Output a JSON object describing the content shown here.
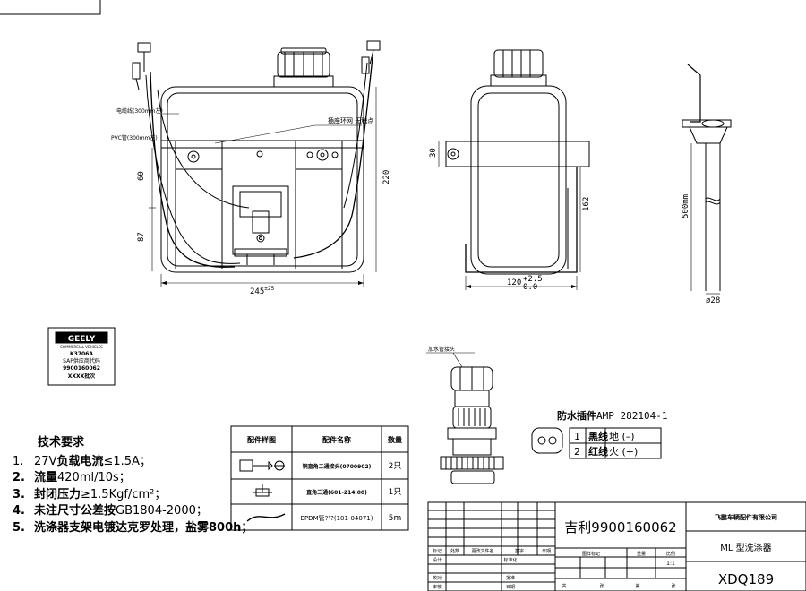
{
  "left_view": {
    "callout_top": "插座环网 无触点",
    "callout_left_1": "电缆线(300mm左)",
    "callout_left_2": "PVC管(300mm左)",
    "dim_60": "60",
    "dim_87": "87",
    "dim_220": "220",
    "dim_width": "245",
    "dim_width_tol": "±25"
  },
  "side_view": {
    "dim_30": "30",
    "dim_162": "162",
    "dim_width": "120",
    "dim_tol_upper": "+2.5",
    "dim_tol_lower": "0.0"
  },
  "nozzle_view": {
    "dim_length": "500mm",
    "dim_dia": "ø28"
  },
  "label_plate": {
    "brand": "GEELY",
    "subtitle": "COMMERCIAL VEHICLES",
    "code": "K3706A",
    "line1": "SAP供应商代码",
    "line2": "9900160062",
    "line3": "XXXX批次"
  },
  "requirements": {
    "title": "技术要求",
    "items": [
      {
        "num": "1.",
        "a": "27V",
        "b": "负载电流",
        "c": "≤1.5A；"
      },
      {
        "num": "2.",
        "a": "",
        "b": "流量",
        "c": "420ml/10s；"
      },
      {
        "num": "3.",
        "a": "",
        "b": "封闭压力",
        "c": "≥1.5Kgf/cm²；"
      },
      {
        "num": "4.",
        "a": "",
        "b": "未注尺寸公差按",
        "c": "GB1804-2000；"
      },
      {
        "num": "5.",
        "a": "",
        "b": "洗涤器支架电镀达克罗处理，盐雾800h；",
        "c": ""
      }
    ]
  },
  "parts_table": {
    "headers": [
      "配件样图",
      "配件名称",
      "数量"
    ],
    "rows": [
      {
        "name": "铜直角二通接头(0700902)",
        "qty": "2只"
      },
      {
        "name": "直角三通(601-214.00)",
        "qty": "1只"
      },
      {
        "name": "EPDM管?¹?(101-04071)",
        "qty": "5m"
      }
    ]
  },
  "connector": {
    "cap_label": "加水管接头",
    "title_bold": "防水插件",
    "title_rest": "AMP 282104-1",
    "pins": [
      {
        "n": "1",
        "wire": "黑线",
        "role": "地 (–)"
      },
      {
        "n": "2",
        "wire": "红线",
        "role": "火 (+)"
      }
    ]
  },
  "title_block": {
    "part_number": "吉利9900160062",
    "company": "飞鹏车辆配件有限公司",
    "product": "ML 型洗涤器",
    "drawing_no": "XDQ189",
    "scale": "1:1",
    "row_labels_1": [
      "标记",
      "处数",
      "更改文件名",
      "签字",
      "日期"
    ],
    "row_labels_2": [
      "设计",
      "标准化"
    ],
    "row_labels_3": [
      "校对",
      "批准"
    ],
    "row_labels_4": [
      "审核",
      "日期"
    ],
    "mid_headers": [
      "图样标记",
      "重量",
      "比例"
    ],
    "bottom_labels": [
      "共",
      "张",
      "第",
      "张"
    ]
  }
}
